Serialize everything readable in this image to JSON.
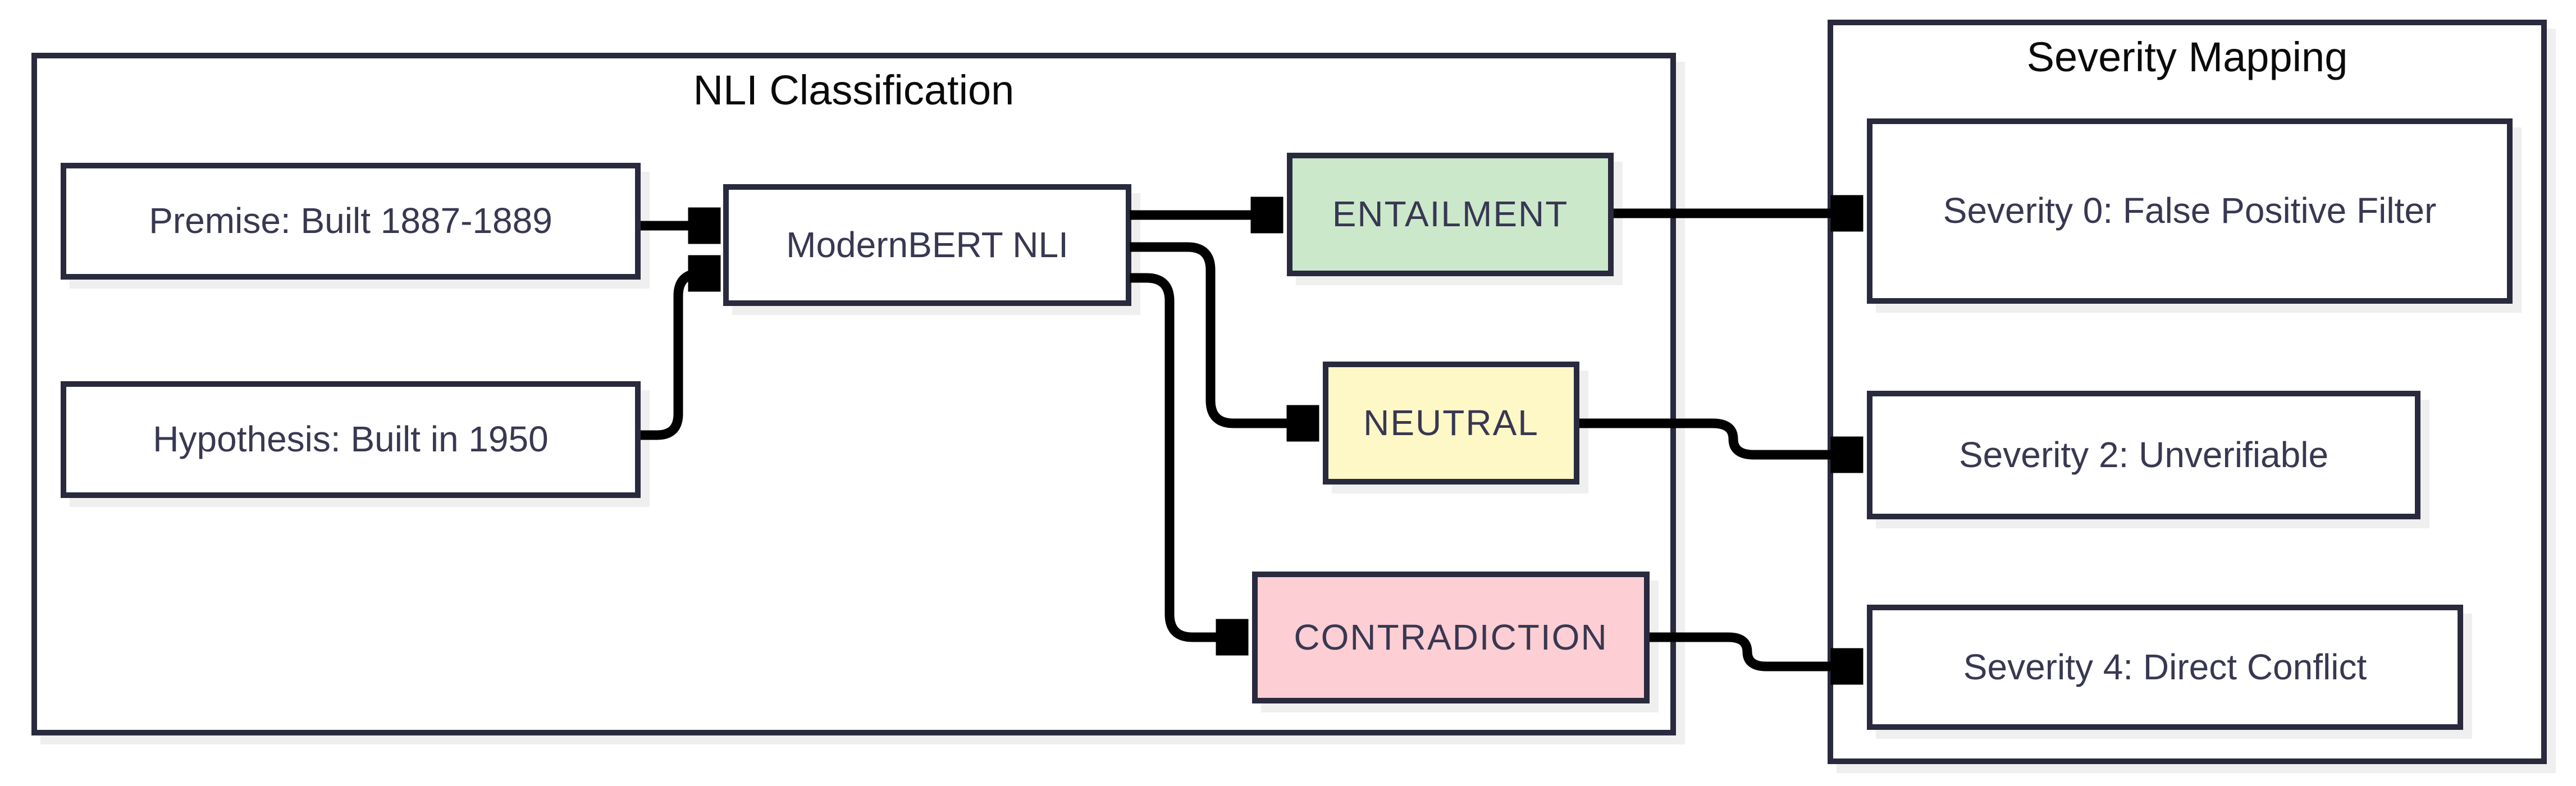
{
  "diagram": {
    "containers": [
      {
        "id": "nli",
        "title": "NLI Classification"
      },
      {
        "id": "severity",
        "title": "Severity Mapping"
      }
    ],
    "nodes": [
      {
        "id": "premise",
        "label": "Premise: Built 1887-1889",
        "fill": "#ffffff"
      },
      {
        "id": "hypothesis",
        "label": "Hypothesis: Built in 1950",
        "fill": "#ffffff"
      },
      {
        "id": "modernbert",
        "label": "ModernBERT NLI",
        "fill": "#ffffff"
      },
      {
        "id": "entailment",
        "label": "ENTAILMENT",
        "fill": "#cce8cb"
      },
      {
        "id": "neutral",
        "label": "NEUTRAL",
        "fill": "#fdf8c5"
      },
      {
        "id": "contradiction",
        "label": "CONTRADICTION",
        "fill": "#fdced3"
      },
      {
        "id": "sev0",
        "label": "Severity 0: False Positive Filter",
        "fill": "#ffffff"
      },
      {
        "id": "sev2",
        "label": "Severity 2: Unverifiable",
        "fill": "#ffffff"
      },
      {
        "id": "sev4",
        "label": "Severity 4: Direct Conflict",
        "fill": "#ffffff"
      }
    ],
    "edges": [
      {
        "from": "premise",
        "to": "modernbert"
      },
      {
        "from": "hypothesis",
        "to": "modernbert"
      },
      {
        "from": "modernbert",
        "to": "entailment"
      },
      {
        "from": "modernbert",
        "to": "neutral"
      },
      {
        "from": "modernbert",
        "to": "contradiction"
      },
      {
        "from": "entailment",
        "to": "sev0"
      },
      {
        "from": "neutral",
        "to": "sev2"
      },
      {
        "from": "contradiction",
        "to": "sev4"
      }
    ],
    "colors": {
      "border": "#2a2a3e",
      "arrow": "#000000",
      "shadow": "#efefef",
      "title_text": "#0a0a0a",
      "node_text": "#383852",
      "entailment_fill": "#cce8cb",
      "neutral_fill": "#fdf8c5",
      "contradiction_fill": "#fdced3"
    }
  }
}
